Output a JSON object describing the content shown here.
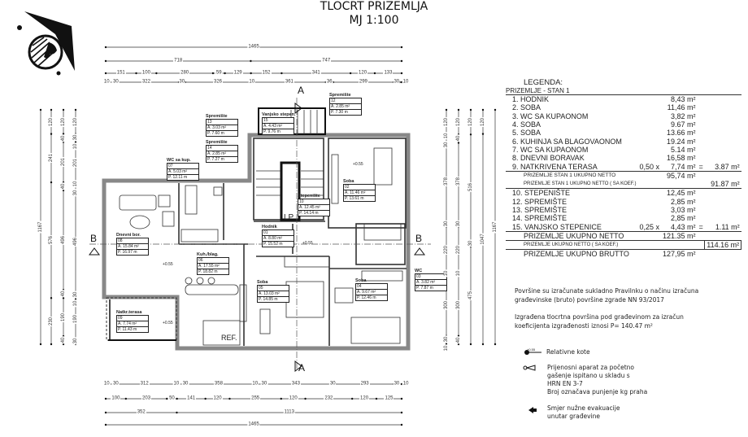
{
  "title": {
    "line1": "TLOCRT  PRIZEMLJA",
    "line2": "MJ 1:100"
  },
  "dimensions": {
    "top": [
      [
        1465
      ],
      [
        718,
        747
      ],
      [
        151,
        100,
        280,
        59,
        129,
        152,
        341,
        120,
        133
      ],
      [
        10,
        30,
        322,
        30,
        326,
        10,
        361,
        36,
        299,
        30,
        10
      ]
    ],
    "bottom": [
      [
        10,
        30,
        312,
        10,
        30,
        358,
        10,
        30,
        343,
        30,
        293,
        30,
        10
      ],
      [
        100,
        203,
        50,
        141,
        120,
        255,
        120,
        232,
        120,
        125
      ],
      [
        352,
        1113
      ],
      [
        1465
      ]
    ],
    "left": [
      [
        1167
      ],
      [
        120,
        241,
        576,
        230
      ],
      [
        120,
        40,
        201,
        40,
        496,
        40,
        190,
        40
      ],
      [
        120,
        30,
        10,
        201,
        10,
        30,
        496,
        30,
        10,
        190,
        30
      ]
    ],
    "right": [
      [
        120,
        10,
        30,
        378,
        30,
        220,
        10,
        300,
        30,
        10
      ],
      [
        120,
        40,
        378,
        30,
        220,
        10,
        300,
        40
      ],
      [
        120,
        516,
        30,
        475
      ],
      [
        120,
        1047
      ],
      [
        1167
      ]
    ]
  },
  "sections": {
    "a": "A",
    "b": "B"
  },
  "plan_labels": {
    "lp": "LP",
    "ref": "REF.",
    "level": "+0.55"
  },
  "rooms": [
    {
      "name": "Spremište",
      "no": "13",
      "area": "A.  3.03 m²",
      "perimeter": "P.  7.60 m"
    },
    {
      "name": "Spremište",
      "no": "14",
      "area": "A.  2.85 m²",
      "perimeter": "P.  7.27 m"
    },
    {
      "name": "WC sa kup.",
      "no": "07",
      "area": "A.  5.03 m²",
      "perimeter": "P.  12.11 m"
    },
    {
      "name": "Vanjsko stepen.",
      "no": "15",
      "area": "A.  4.43 m²",
      "perimeter": "P.  9.76 m"
    },
    {
      "name": "Spremište",
      "no": "12",
      "area": "A.  2.85 m²",
      "perimeter": "P.  7.30 m"
    },
    {
      "name": "Soba",
      "no": "02",
      "area": "A.  11.46 m²",
      "perimeter": "P.  13.61 m"
    },
    {
      "name": "Stepenište",
      "no": "10",
      "area": "A.  12.45 m²",
      "perimeter": "P.  14.14 m"
    },
    {
      "name": "Hodnik",
      "no": "01",
      "area": "A.  8.80 m²",
      "perimeter": "P.  15.52 m"
    },
    {
      "name": "Dnevni bor.",
      "no": "08",
      "area": "A.  15.84 m²",
      "perimeter": "P.  16.97 m"
    },
    {
      "name": "Kuh./blag.",
      "no": "06",
      "area": "A.  17.55 m²",
      "perimeter": "P.  18.82 m"
    },
    {
      "name": "Natkr.terasa",
      "no": "09",
      "area": "A.  7.74 m²",
      "perimeter": "P.  11.43 m"
    },
    {
      "name": "Soba",
      "no": "05",
      "area": "A.  13.03 m²",
      "perimeter": "P.  14.85 m"
    },
    {
      "name": "Soba",
      "no": "04",
      "area": "A.  9.67 m²",
      "perimeter": "P.  12.46 m"
    },
    {
      "name": "WC",
      "no": "03",
      "area": "A.  3.82 m²",
      "perimeter": "P.  7.87 m"
    }
  ],
  "legend": {
    "heading": "LEGENDA:",
    "subheading": "PRIZEMLJE  - STAN  1",
    "unit_items": [
      {
        "label": "1.  HODNIK",
        "coef": "",
        "area": "8,43 m²",
        "eq": "",
        "result": ""
      },
      {
        "label": "2.  SOBA",
        "coef": "",
        "area": "11,46 m²",
        "eq": "",
        "result": ""
      },
      {
        "label": "3.  WC SA KUPAONOM",
        "coef": "",
        "area": "3,82 m²",
        "eq": "",
        "result": ""
      },
      {
        "label": "4.  SOBA",
        "coef": "",
        "area": "9.67 m²",
        "eq": "",
        "result": ""
      },
      {
        "label": "5.  SOBA",
        "coef": "",
        "area": "13.66 m²",
        "eq": "",
        "result": ""
      },
      {
        "label": "6.  KUHINJA SA BLAGOVAONOM",
        "coef": "",
        "area": "19.24 m²",
        "eq": "",
        "result": ""
      },
      {
        "label": "7.  WC SA KUPAONOM",
        "coef": "",
        "area": "5.14 m²",
        "eq": "",
        "result": ""
      },
      {
        "label": "8.  DNEVNI  BORAVAK",
        "coef": "",
        "area": "16,58 m²",
        "eq": "",
        "result": ""
      },
      {
        "label": "9.  NATKRIVENA  TERASA",
        "coef": "0,50  x",
        "area": "7,74 m²",
        "eq": "=",
        "result": "3.87 m²"
      }
    ],
    "unit_net_label": "PRIZEMLJE  STAN 1  UKUPNO NETTO",
    "unit_net_value": "95,74 m²",
    "unit_net_coef_label": "PRIZEMLJE  STAN 1  UKUPNO NETTO ( SA KOEF.)",
    "unit_net_coef_value": "91.87 m²",
    "common_items": [
      {
        "label": "10. STEPENIŠTE",
        "coef": "",
        "area": "12,45 m²",
        "eq": "",
        "result": ""
      },
      {
        "label": "12. SPREMIŠTE",
        "coef": "",
        "area": "2,85 m²",
        "eq": "",
        "result": ""
      },
      {
        "label": "13. SPREMIŠTE",
        "coef": "",
        "area": "3,03 m²",
        "eq": "",
        "result": ""
      },
      {
        "label": "14. SPREMIŠTE",
        "coef": "",
        "area": "2,85 m²",
        "eq": "",
        "result": ""
      },
      {
        "label": "15. VANJSKO  STEPENICE",
        "coef": "0,25  x",
        "area": "4,43 m²",
        "eq": "=",
        "result": "1.11 m²"
      }
    ],
    "total_net_label": "PRIZEMLJE  UKUPNO NETTO",
    "total_net_value": "121.35 m²",
    "total_net_coef_label": "PRIZEMLJE  UKUPNO NETTO  ( SA KOEF.)",
    "total_net_coef_value": "114.16 m²",
    "total_gross_label": "PRIZEMLJE  UKUPNO  BRUTTO",
    "total_gross_value": "127,95 m²"
  },
  "notes": {
    "regulation_1": "Površine su izračunate sukladno  Pravilnku o načinu izračuna",
    "regulation_2": "građevinske (bruto) površine zgrade NN 93/2017",
    "footprint_1": "Izgrađena  tlocrtna površina  pod  građevinom za izračun",
    "footprint_2": "koeficijenta izgrađenosti  iznosi  P= 140.47 m²"
  },
  "symbols": {
    "level_sample": "+0.55",
    "level_label": "Relativne  kote",
    "extinguisher_1": "Prijenosni aparat za početno",
    "extinguisher_2": "gašenje ispitano u skladu s",
    "extinguisher_3": "HRN EN 3-7",
    "extinguisher_4": "Broj označava punjenje kg praha",
    "evac_1": "Smjer  nužne evakuacije",
    "evac_2": "unutar građevine"
  }
}
